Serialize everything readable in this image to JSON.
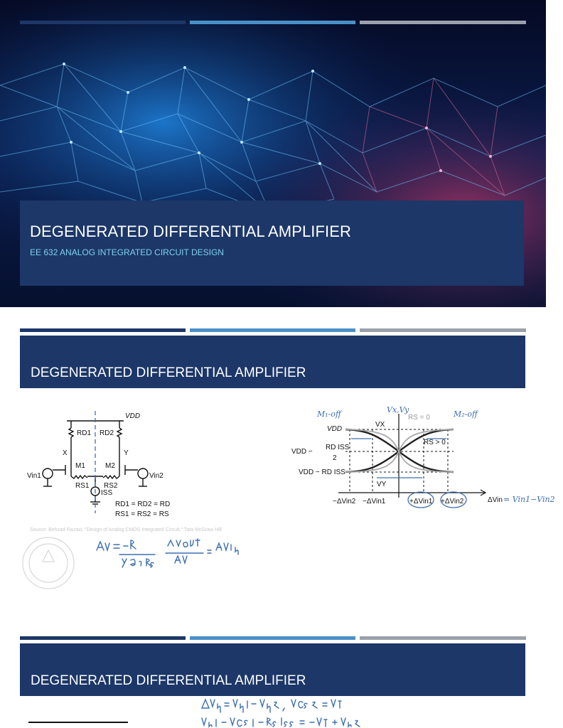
{
  "slide1": {
    "title": "DEGENERATED DIFFERENTIAL AMPLIFIER",
    "subtitle": "EE 632 ANALOG INTEGRATED CIRCUIT DESIGN"
  },
  "slide2": {
    "title": "DEGENERATED DIFFERENTIAL AMPLIFIER",
    "source": "Source: Behzad Razavi, \"Design of Analog CMOS Integrated Circuit,\" Tata McGraw Hill",
    "circuit_labels": [
      "VDD",
      "RD1",
      "RD2",
      "X",
      "Y",
      "M1",
      "M2",
      "Vin1",
      "Vin2",
      "RS1",
      "RS2",
      "ISS",
      "RD1 = RD2 = RD",
      "RS1 = RS2 = RS"
    ],
    "plot_labels": [
      "Vx,Vy",
      "M1-off",
      "M2-off",
      "VDD",
      "VX",
      "RS = 0",
      "RS > 0",
      "VDD - RD ISS / 2",
      "VDD - RD ISS",
      "VY",
      "-ΔVin2",
      "-ΔVin1",
      "+ΔVin1",
      "+ΔVin2",
      "ΔVin = Vin1 - Vin2"
    ],
    "handwritten_note": "Av = -RD / (1/gm1 + RS)   ΔVout / Av = ΔVin"
  },
  "slide3": {
    "title": "DEGENERATED DIFFERENTIAL AMPLIFIER",
    "handwritten_note": "ΔVin2 = Vin1 - Vin2 ,  VGS2 = VT   Vin1 - VGS1 - RS ISS = -VT + Vin2"
  },
  "colors": {
    "navy": "#1c3768",
    "light_blue": "#4a90c8",
    "gray": "#9aa1ab",
    "ink_blue": "#3d6fb0",
    "subtitle_cyan": "#7fd3ee"
  }
}
